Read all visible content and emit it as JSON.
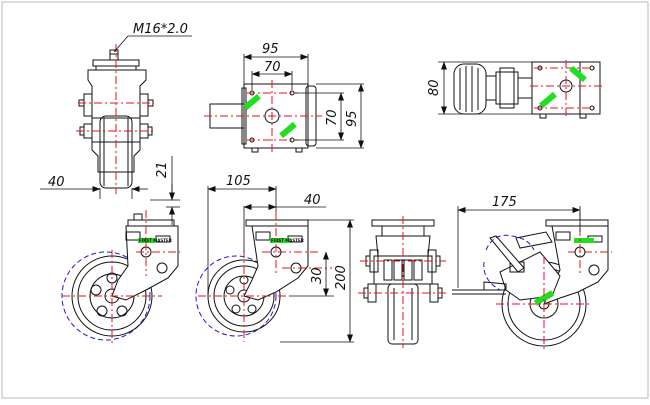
{
  "colors": {
    "outline": "#111111",
    "centerline": "#e8121b",
    "hidden_line": "#1b1bd6",
    "label_badge": "#22dd22",
    "frame": "#b9b9b9"
  },
  "dimensions": {
    "thread": "M16*2.0",
    "side_width": "40",
    "top_offset": "21",
    "plate_width": "95",
    "plate_hole_spacing": "70",
    "plate_hole_spacing_v": "70",
    "plate_height": "95",
    "brake_plate_height": "80",
    "swivel_offset": "105",
    "stem_offset": "40",
    "wheel_to_pivot": "30",
    "overall_height": "200",
    "brake_length": "175"
  },
  "badges": {
    "brand": "FIRST MASTER",
    "brand_short": "FIRST MASTER"
  }
}
